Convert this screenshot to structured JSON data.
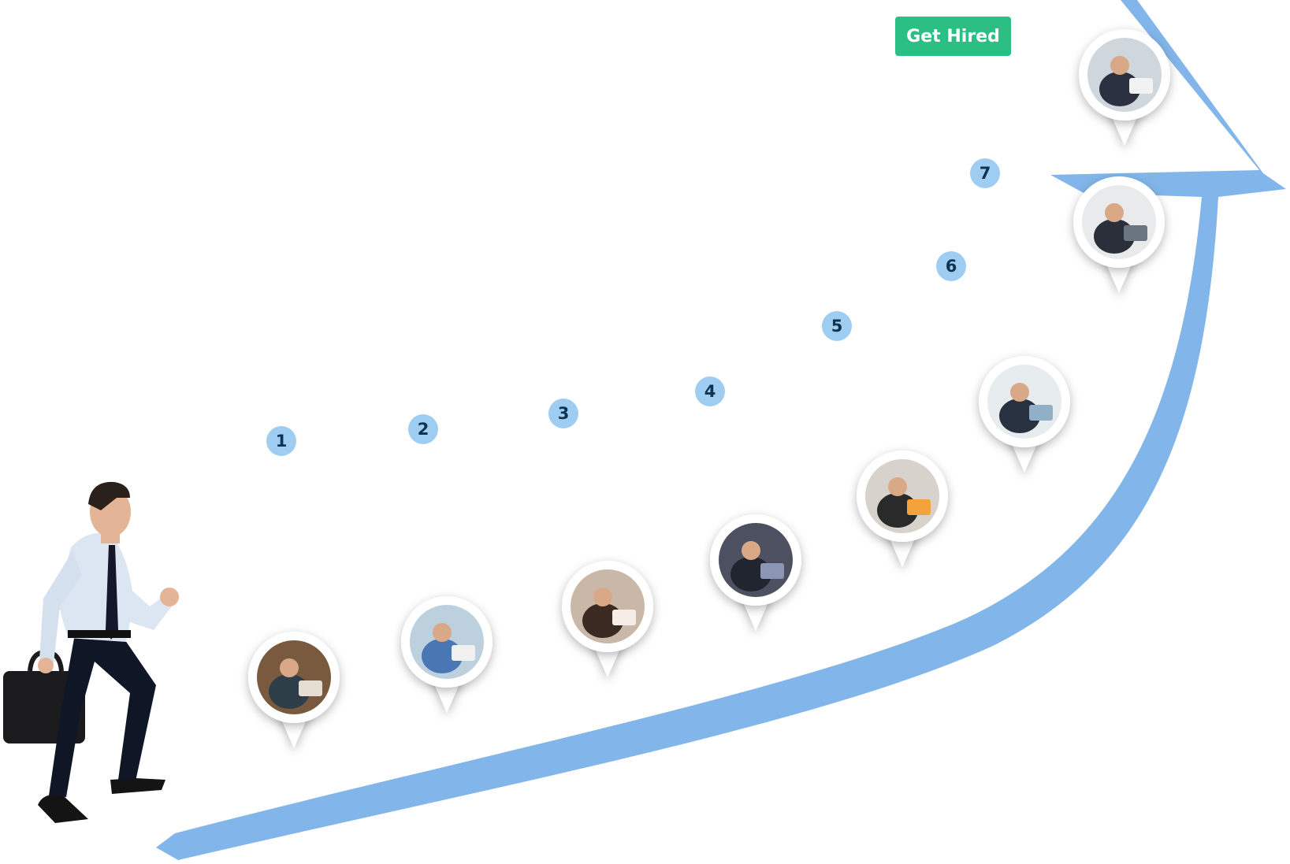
{
  "cta": {
    "label": "Get Hired",
    "color": "#2bbf83"
  },
  "steps": [
    {
      "number": "1",
      "photo_icon": "laptop-register-photo"
    },
    {
      "number": "2",
      "photo_icon": "student-laptop-photo"
    },
    {
      "number": "3",
      "photo_icon": "woman-studying-photo"
    },
    {
      "number": "4",
      "photo_icon": "woman-screens-photo"
    },
    {
      "number": "5",
      "photo_icon": "certification-laptop-photo"
    },
    {
      "number": "6",
      "photo_icon": "team-meeting-photo"
    },
    {
      "number": "7",
      "photo_icon": "interview-photo"
    }
  ],
  "final_step": {
    "photo_icon": "handshake-photo"
  },
  "colors": {
    "arrow": "#82b6ea",
    "badge_bg": "#9fcdf2",
    "badge_text": "#0e3350"
  }
}
